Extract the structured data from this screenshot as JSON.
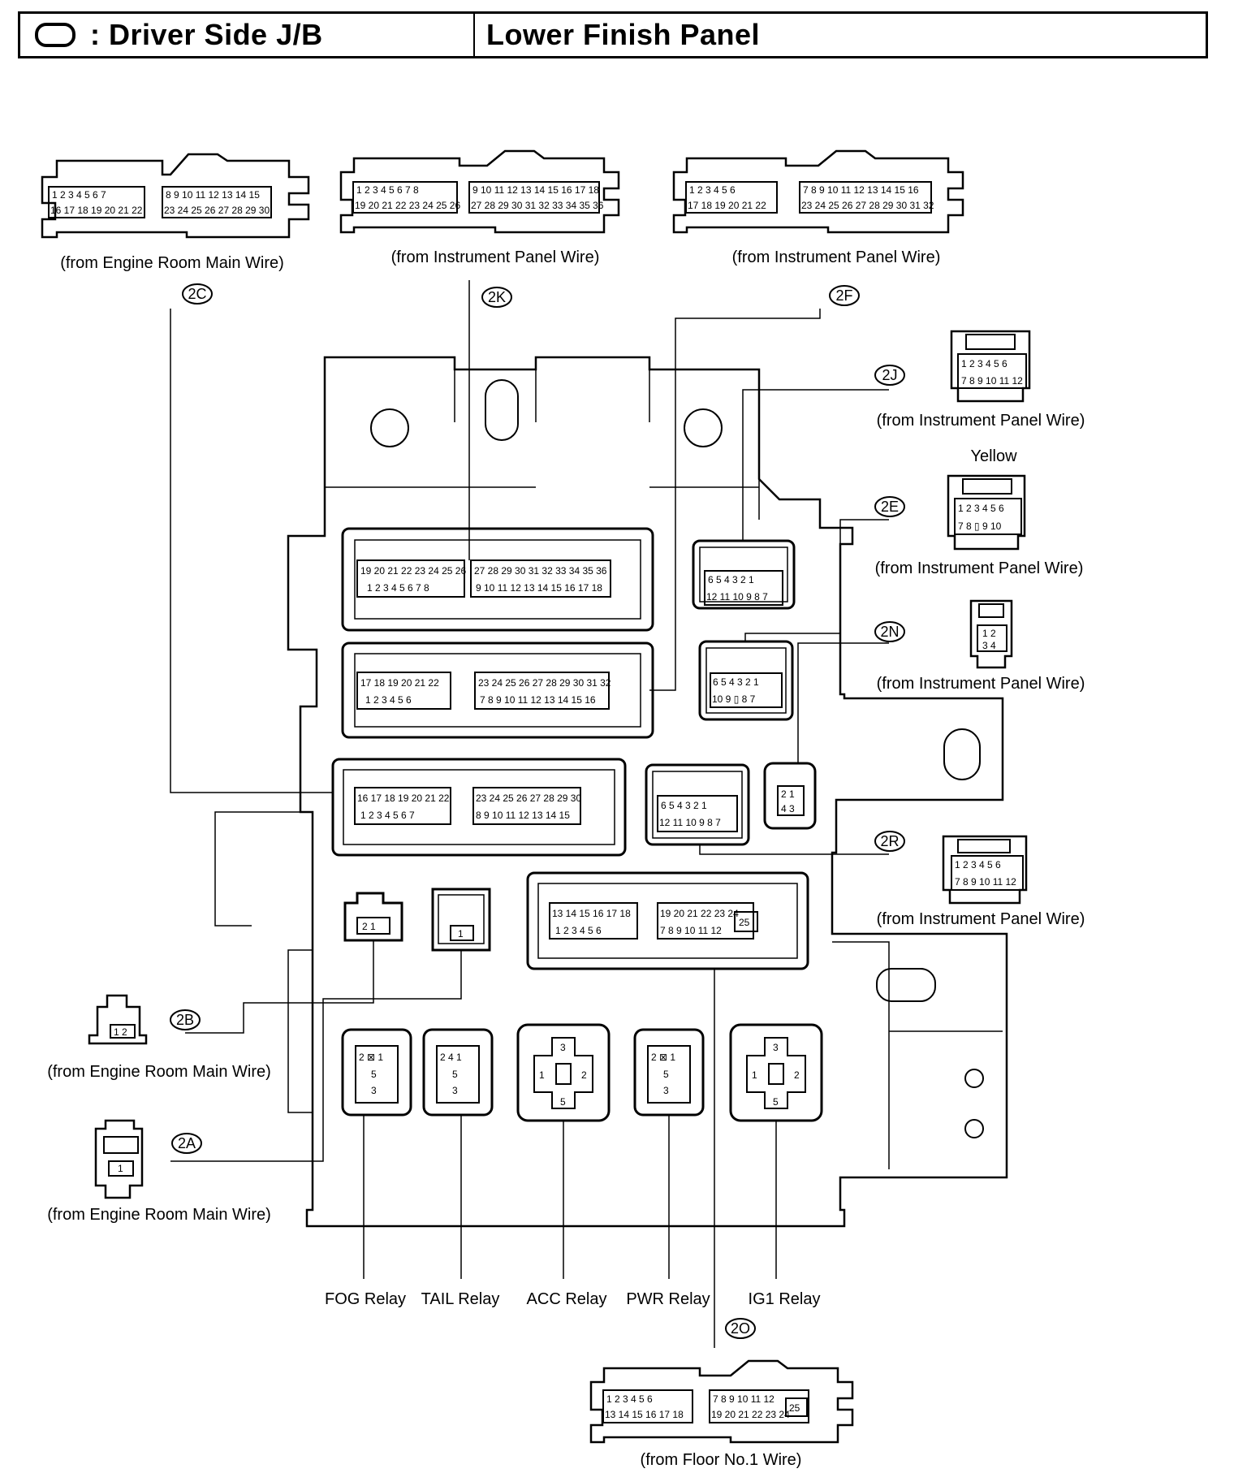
{
  "header": {
    "symbol": "connector-symbol",
    "title": ": Driver Side J/B",
    "location": "Lower Finish Panel"
  },
  "connectors": {
    "2C": {
      "code": "2C",
      "label": "(from Engine Room Main Wire)"
    },
    "2K": {
      "code": "2K",
      "label": "(from Instrument Panel Wire)"
    },
    "2F": {
      "code": "2F",
      "label": "(from Instrument Panel Wire)"
    },
    "2J": {
      "code": "2J",
      "label": "(from Instrument Panel Wire)"
    },
    "2E": {
      "code": "2E",
      "label": "(from Instrument Panel Wire)",
      "color_note": "Yellow"
    },
    "2N": {
      "code": "2N",
      "label": "(from Instrument Panel Wire)"
    },
    "2R": {
      "code": "2R",
      "label": "(from Instrument Panel Wire)"
    },
    "2B": {
      "code": "2B",
      "label": "(from Engine Room Main Wire)"
    },
    "2A": {
      "code": "2A",
      "label": "(from Engine Room Main Wire)"
    },
    "2O": {
      "code": "2O",
      "label": "(from Floor No.1 Wire)"
    }
  },
  "relays": [
    "FOG Relay",
    "TAIL Relay",
    "ACC Relay",
    "PWR Relay",
    "IG1 Relay"
  ]
}
